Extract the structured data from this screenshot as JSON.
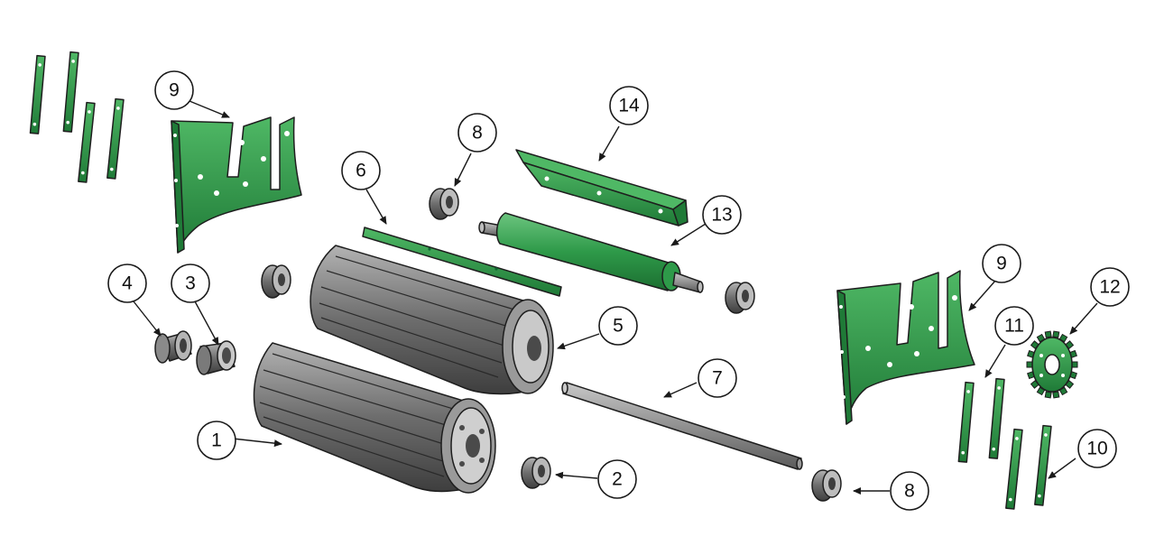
{
  "colors": {
    "part_green": "#2e9a49",
    "part_green_dark": "#1f7a37",
    "part_green_light": "#6cc57f",
    "metal_grey": "#7c7c7c",
    "metal_grey_dark": "#4e4e4e",
    "metal_grey_light": "#c4c4c4",
    "outline": "#1e1e1e"
  },
  "callouts": [
    {
      "label": "1"
    },
    {
      "label": "2"
    },
    {
      "label": "3"
    },
    {
      "label": "4"
    },
    {
      "label": "5"
    },
    {
      "label": "6"
    },
    {
      "label": "7"
    },
    {
      "label": "8"
    },
    {
      "label": "8"
    },
    {
      "label": "9"
    },
    {
      "label": "9"
    },
    {
      "label": "10"
    },
    {
      "label": "11"
    },
    {
      "label": "12"
    },
    {
      "label": "13"
    },
    {
      "label": "14"
    }
  ]
}
